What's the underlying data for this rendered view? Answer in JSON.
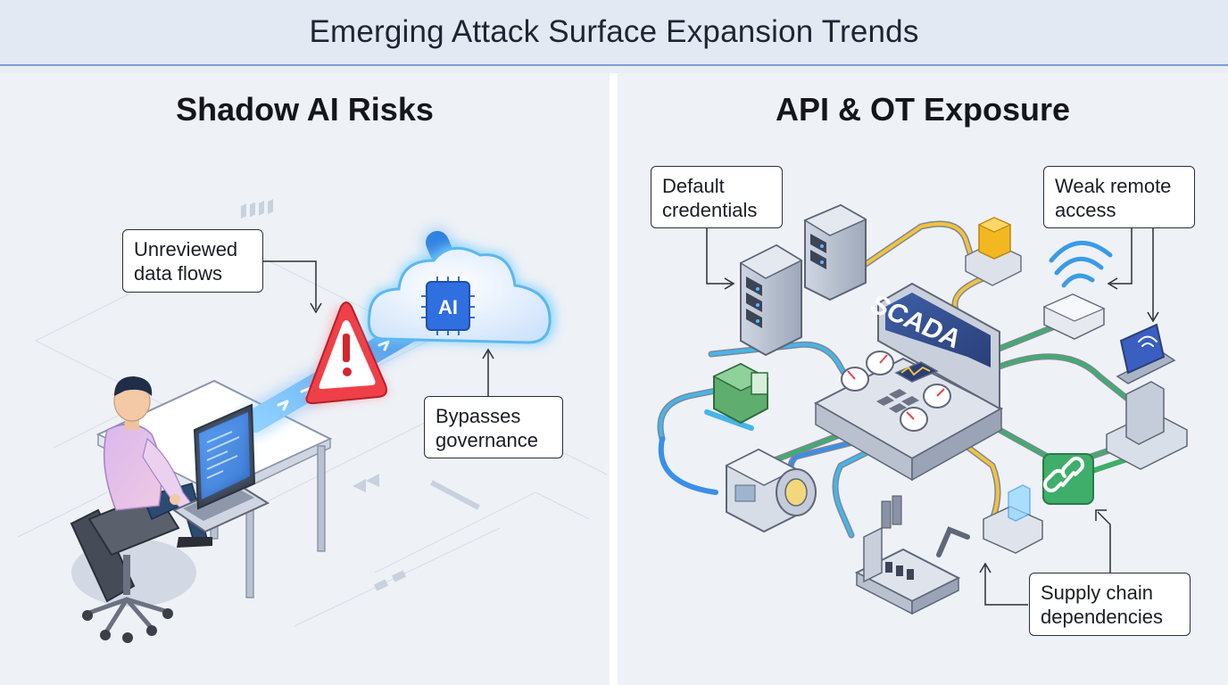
{
  "header": {
    "title": "Emerging Attack Surface Expansion Trends"
  },
  "left_panel": {
    "title": "Shadow AI Risks",
    "cloud_label": "AI",
    "callouts": {
      "unreviewed": "Unreviewed\ndata flows",
      "bypasses": "Bypasses\ngovernance"
    }
  },
  "right_panel": {
    "title": "API & OT Exposure",
    "scada_label": "SCADA",
    "callouts": {
      "default_credentials": "Default\ncredentials",
      "weak_remote": "Weak remote\naccess",
      "supply_chain": "Supply chain\ndependencies"
    }
  },
  "colors": {
    "header_rule": "#7f9bd2",
    "warning_red": "#e8424a",
    "flow_blue": "#3a8fe8",
    "cloud_glow": "#63c8ff",
    "link_green": "#3fae6a",
    "pipe_yellow": "#f2c33a",
    "pipe_cyan": "#46b5e8"
  },
  "icons": [
    "person-at-laptop-icon",
    "office-chair-icon",
    "ai-cloud-icon",
    "warning-triangle-icon",
    "server-rack-icon",
    "scada-console-icon",
    "wifi-router-icon",
    "remote-terminal-icon",
    "chain-link-icon",
    "industrial-machine-icon",
    "pump-icon",
    "conveyor-robot-icon",
    "box-stack-icon"
  ]
}
